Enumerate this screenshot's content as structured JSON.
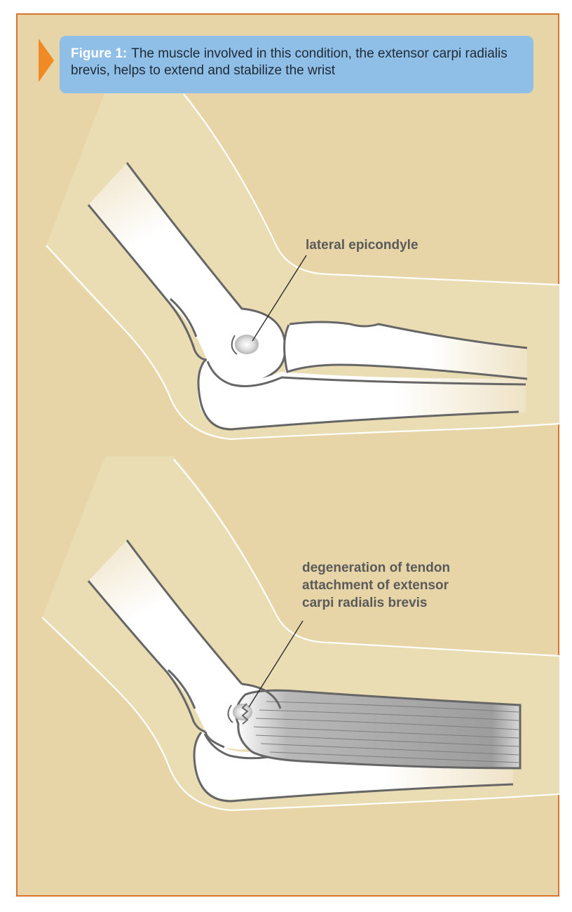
{
  "caption": {
    "label": "Figure 1:",
    "text": "The muscle involved in this condition, the extensor carpi radialis brevis, helps to extend and stabilize the wrist"
  },
  "callouts": {
    "top": "lateral epicondyle",
    "bottom_line1": "degeneration of tendon",
    "bottom_line2": "attachment of extensor",
    "bottom_line3": "carpi radialis brevis"
  },
  "colors": {
    "frame_border": "#d9742c",
    "background": "#e7d5a8",
    "caption_box": "#8fbee7",
    "arrow": "#f08a25",
    "bone_outline": "#666666",
    "skin_line": "#ffffff",
    "muscle": "#a9a9a9"
  },
  "icons": {
    "caption_marker": "triangle-arrow-icon"
  }
}
